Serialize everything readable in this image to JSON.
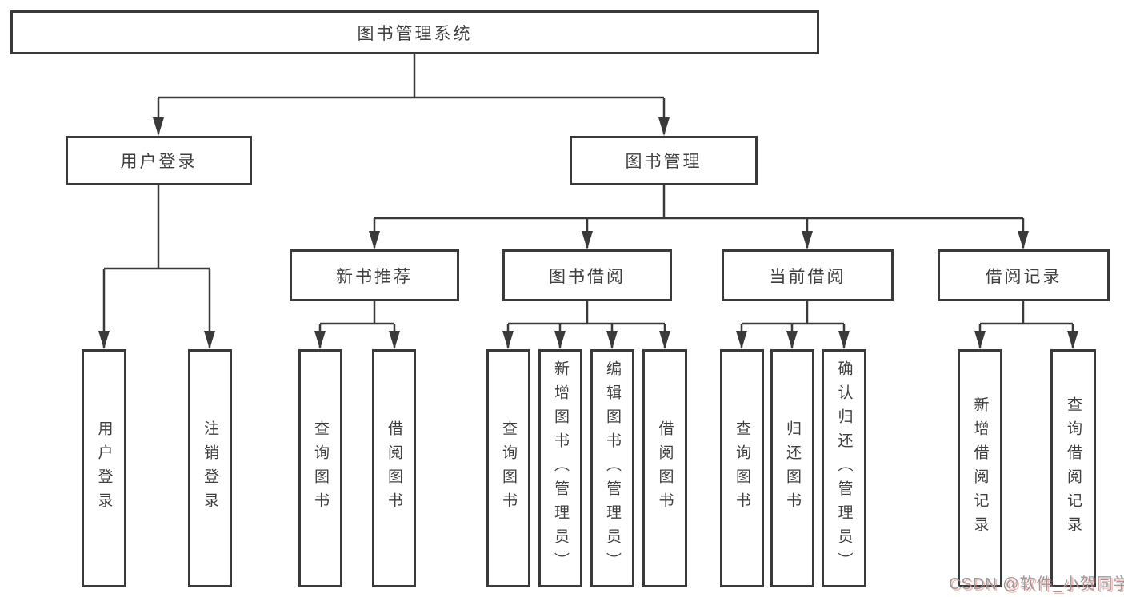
{
  "colors": {
    "line": "#3a3a3a",
    "box_border": "#3a3a3a",
    "text": "#3f3f3f",
    "background": "#ffffff",
    "watermark_gray": "#9b9b9b",
    "watermark_red_shadow": "#eb6464"
  },
  "tree": {
    "label": "图书管理系统",
    "children": [
      {
        "label": "用户登录",
        "children": [
          {
            "label": "用户登录"
          },
          {
            "label": "注销登录"
          }
        ]
      },
      {
        "label": "图书管理",
        "children": [
          {
            "label": "新书推荐",
            "children": [
              {
                "label": "查询图书"
              },
              {
                "label": "借阅图书"
              }
            ]
          },
          {
            "label": "图书借阅",
            "children": [
              {
                "label": "查询图书"
              },
              {
                "label": "新增图书（管理员）"
              },
              {
                "label": "编辑图书（管理员）"
              },
              {
                "label": "借阅图书"
              }
            ]
          },
          {
            "label": "当前借阅",
            "children": [
              {
                "label": "查询图书"
              },
              {
                "label": "归还图书"
              },
              {
                "label": "确认归还（管理员）"
              }
            ]
          },
          {
            "label": "借阅记录",
            "children": [
              {
                "label": "新增借阅记录"
              },
              {
                "label": "查询借阅记录"
              }
            ]
          }
        ]
      }
    ]
  },
  "watermark": {
    "text": "CSDN @软件_小贺同学"
  }
}
